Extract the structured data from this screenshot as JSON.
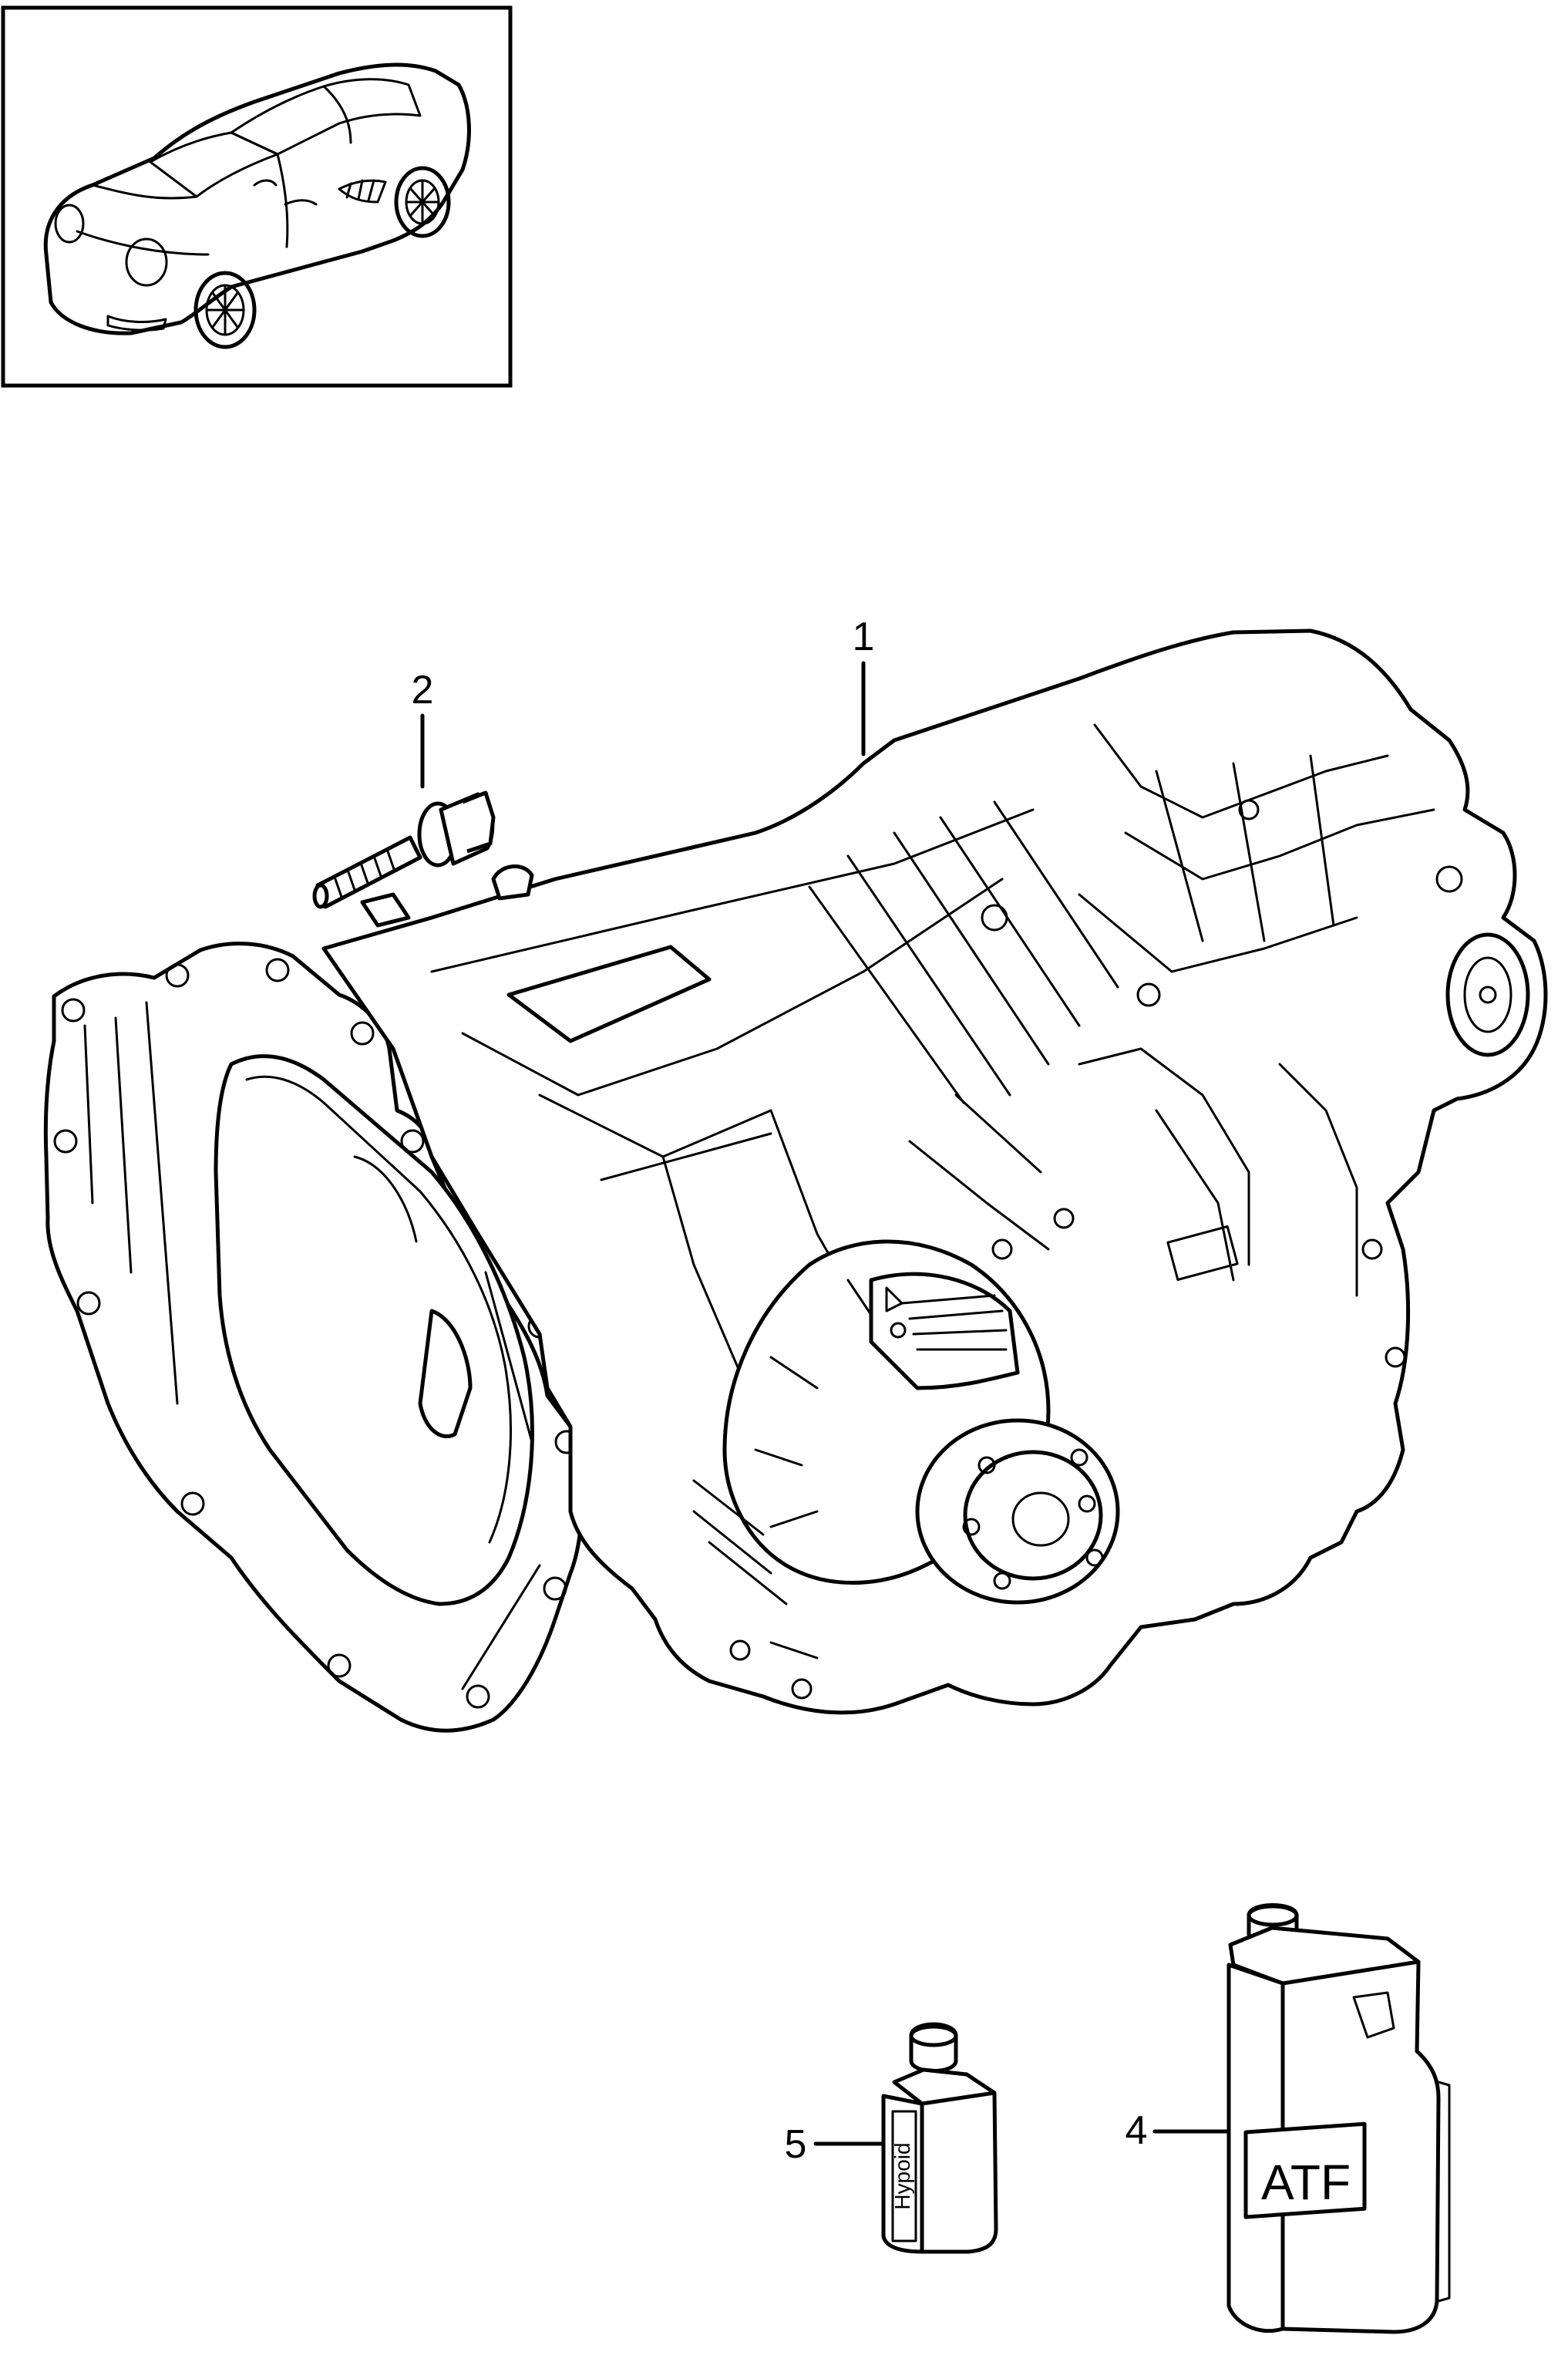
{
  "callouts": [
    {
      "id": "1",
      "label": "1"
    },
    {
      "id": "2",
      "label": "2"
    },
    {
      "id": "4",
      "label": "4"
    },
    {
      "id": "5",
      "label": "5"
    }
  ],
  "labels": {
    "atf": "ATF",
    "hypoid": "Hypoid"
  }
}
